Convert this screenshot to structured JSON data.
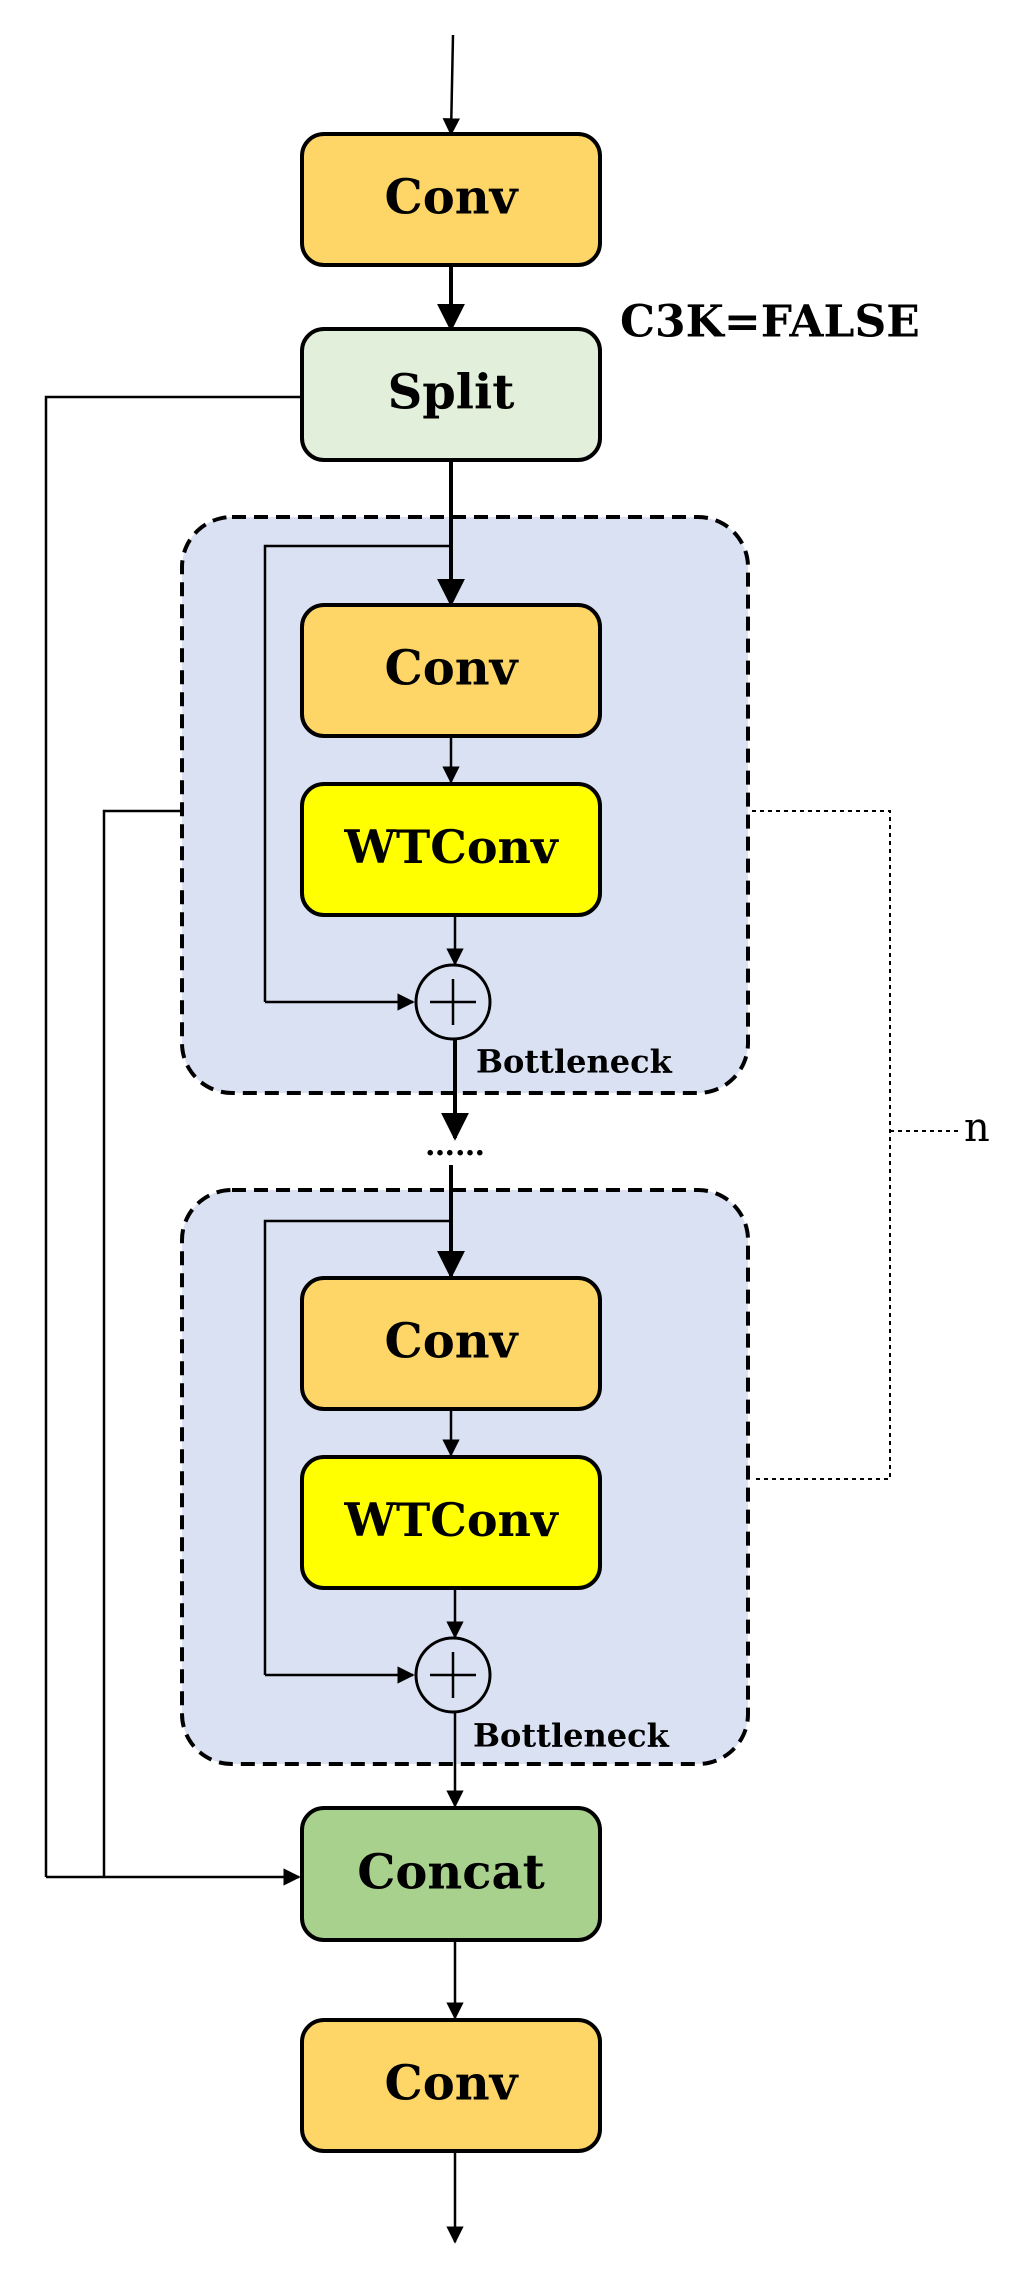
{
  "diagram": {
    "config_label": "C3K=FALSE",
    "repeat_label": "n",
    "ellipsis": "……",
    "nodes": {
      "conv_top": "Conv",
      "split": "Split",
      "b1_conv": "Conv",
      "b1_wtconv": "WTConv",
      "b2_conv": "Conv",
      "b2_wtconv": "WTConv",
      "concat": "Concat",
      "conv_bottom": "Conv"
    },
    "bottleneck_labels": [
      "Bottleneck",
      "Bottleneck"
    ],
    "colors": {
      "conv": "#FDD667",
      "split": "#E2EFDA",
      "wtconv": "#FFFF00",
      "concat": "#A9D18E",
      "bottleneck_group": "#DAE1F3",
      "stroke": "#000000"
    }
  }
}
